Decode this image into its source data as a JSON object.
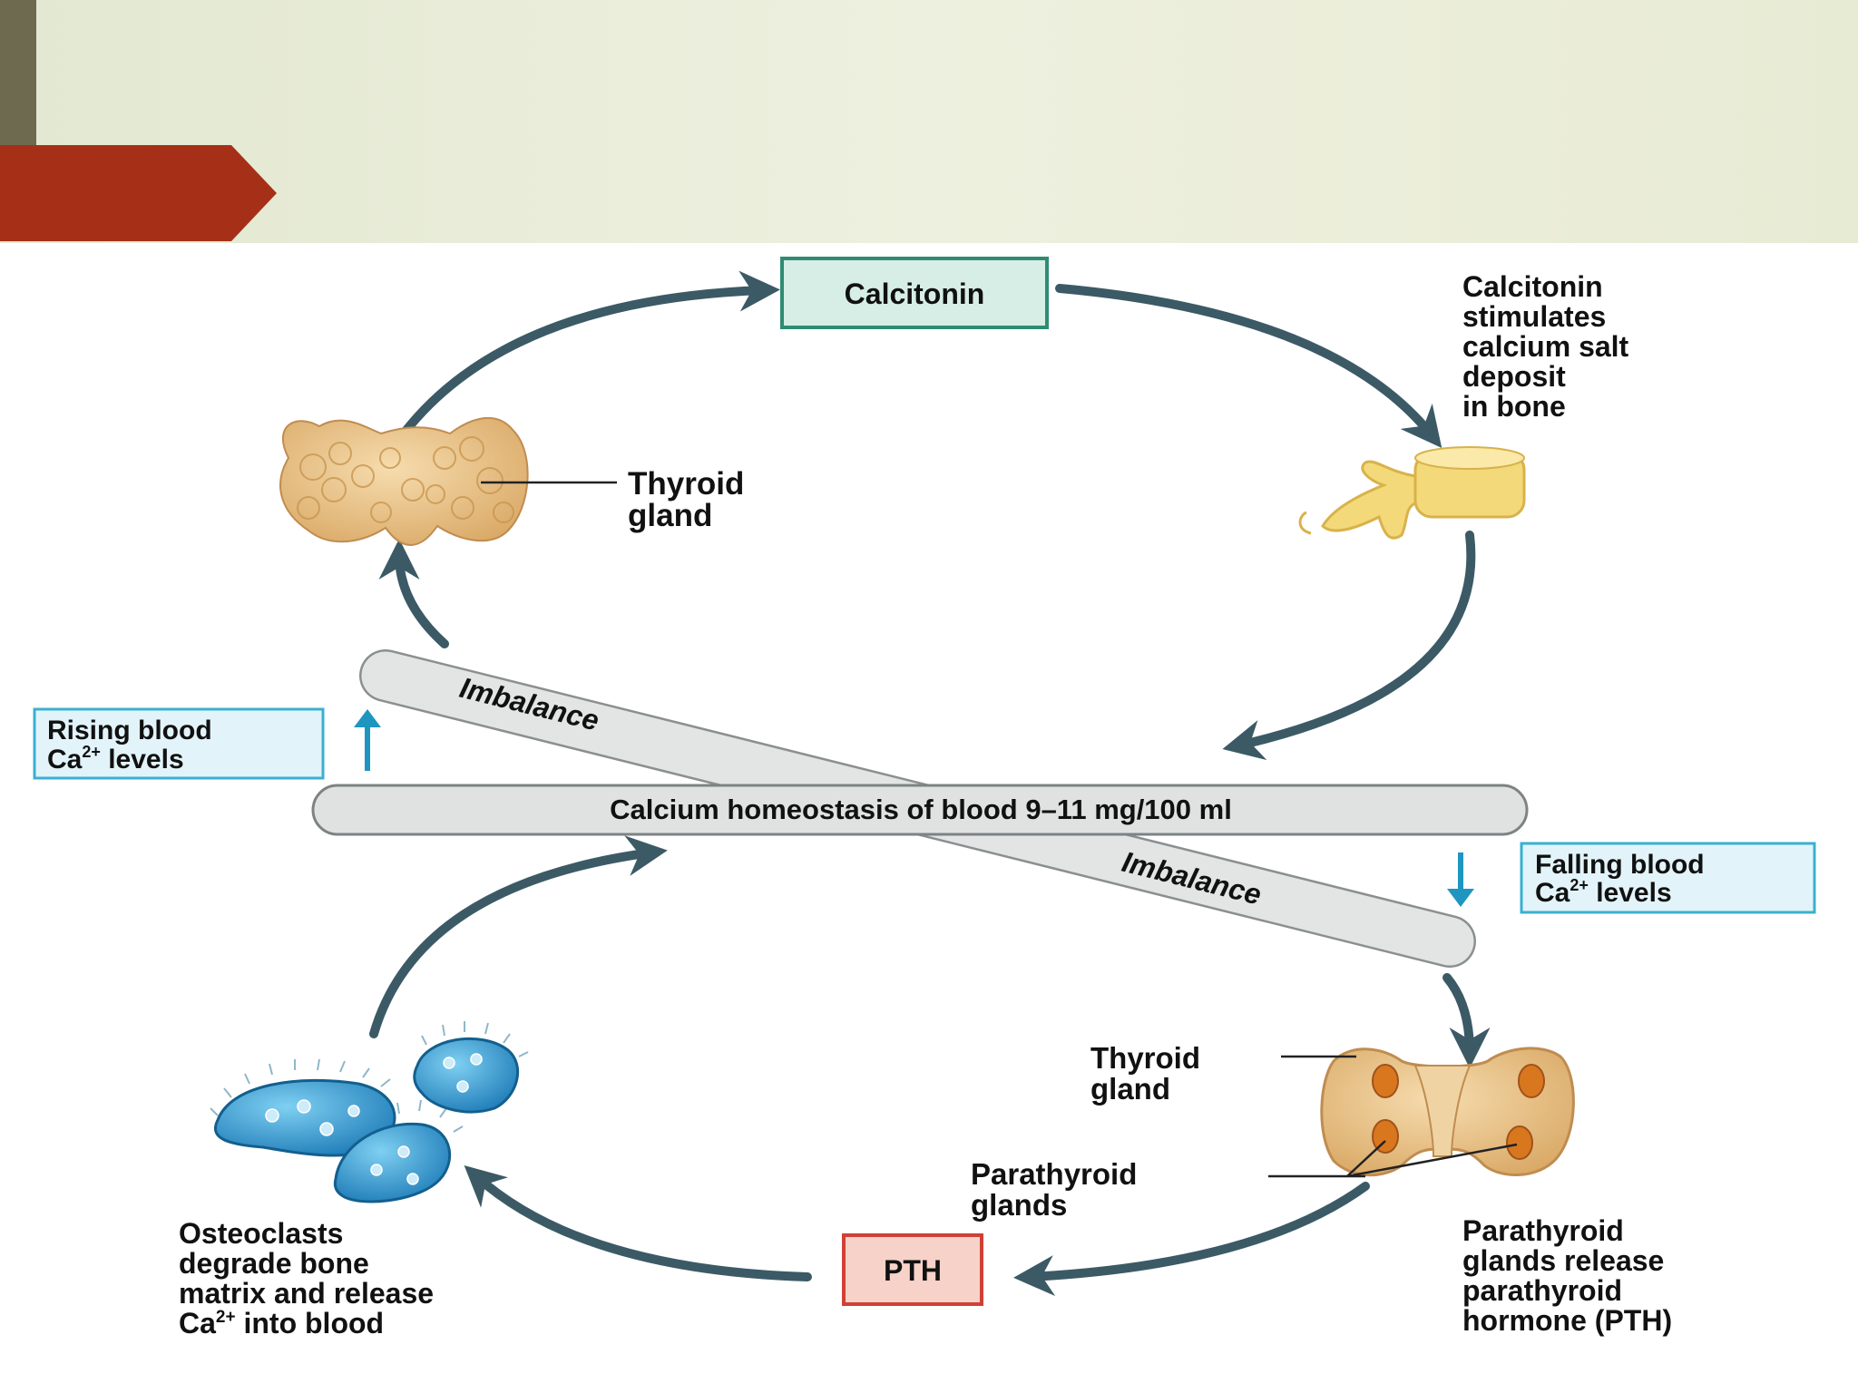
{
  "slide": {
    "header_colors": {
      "gradient_left": "#e6ebd6",
      "gradient_right": "#eef0dd",
      "side_bar": "#6d6a4f",
      "tab": "#a63017"
    }
  },
  "diagram": {
    "hormone_top": "Calcitonin",
    "hormone_bottom": "PTH",
    "thyroid_top_label": [
      "Thyroid",
      "gland"
    ],
    "calcitonin_effect": [
      "Calcitonin",
      "stimulates",
      "calcium salt",
      "deposit",
      "in bone"
    ],
    "homeostasis_label": "Calcium homeostasis of blood 9–11 mg/100 ml",
    "imbalance_label": "Imbalance",
    "rising_box": {
      "line1": "Rising blood",
      "line2_prefix": "Ca",
      "line2_sup": "2+",
      "line2_suffix": " levels"
    },
    "falling_box": {
      "line1": "Falling blood",
      "line2_prefix": "Ca",
      "line2_sup": "2+",
      "line2_suffix": " levels"
    },
    "thyroid_bottom_label": [
      "Thyroid",
      "gland"
    ],
    "parathyroid_label": [
      "Parathyroid",
      "glands"
    ],
    "pth_release_text": [
      "Parathyroid",
      "glands release",
      "parathyroid",
      "hormone (PTH)"
    ],
    "osteoclast_text": {
      "line1": "Osteoclasts",
      "line2": "degrade bone",
      "line3": "matrix and release",
      "line4_prefix": "Ca",
      "line4_sup": "2+",
      "line4_suffix": " into blood"
    },
    "colors": {
      "arrow": "#3b5a66",
      "calcitonin_box_fill": "#d6eee6",
      "calcitonin_box_stroke": "#2f8c73",
      "pth_box_fill": "#f7d2c8",
      "pth_box_stroke": "#d04035",
      "level_box_fill": "#e2f4fa",
      "level_box_stroke": "#3ab0d0",
      "level_arrow": "#1e96c0",
      "band_fill": "#e3e5e5",
      "band_stroke": "#8a8f90",
      "thyroid": "#e8c58e",
      "bone": "#f4d97a",
      "osteoclast": "#2a94cc"
    }
  }
}
